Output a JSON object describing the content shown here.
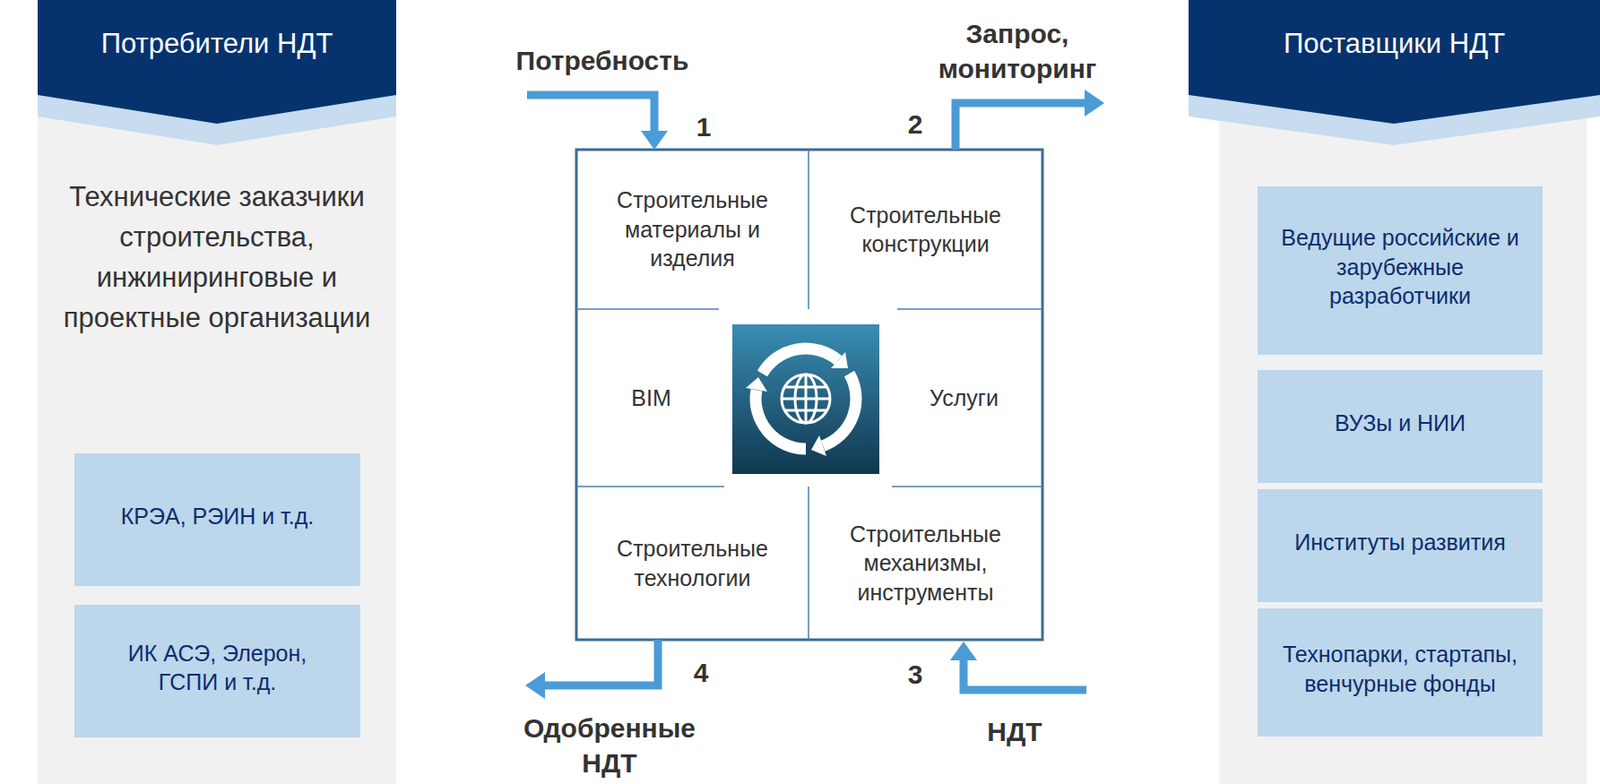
{
  "diagram": {
    "nodes": [
      {
        "text": [
          "Потребители НДТ",
          "Технические заказчики строительства, инжиниринговые и проектные организации"
        ]
      },
      {
        "text": [
          "КРЭА, РЭИН и т.д."
        ],
        "in": 0
      },
      {
        "text": [
          "ИК АСЭ, Элерон, ГСПИ и т.д."
        ],
        "in": 0
      },
      {
        "text": [
          "Строительные материалы и изделия"
        ]
      },
      {
        "text": [
          "Строительные конструкции"
        ]
      },
      {
        "text": [
          "BIM"
        ]
      },
      {
        "text": [
          "Услуги"
        ]
      },
      {
        "text": [
          "Строительные технологии"
        ]
      },
      {
        "text": [
          "Строительные механизмы, инструменты"
        ]
      },
      {
        "text": [
          "Поставщики НДТ"
        ]
      },
      {
        "text": [
          "Ведущие российские и зарубежные разработчики"
        ],
        "in": 9
      },
      {
        "text": [
          "ВУЗы и НИИ"
        ],
        "in": 9
      },
      {
        "text": [
          "Институты развития"
        ],
        "in": 9
      },
      {
        "text": [
          "Технопарки, стартапы, венчурные фонды"
        ],
        "in": 9
      }
    ],
    "labels": [
      "Потребность",
      "1",
      "Запрос, мониторинг",
      "2",
      "3",
      "НДТ",
      "4",
      "Одобренные НДТ"
    ]
  }
}
